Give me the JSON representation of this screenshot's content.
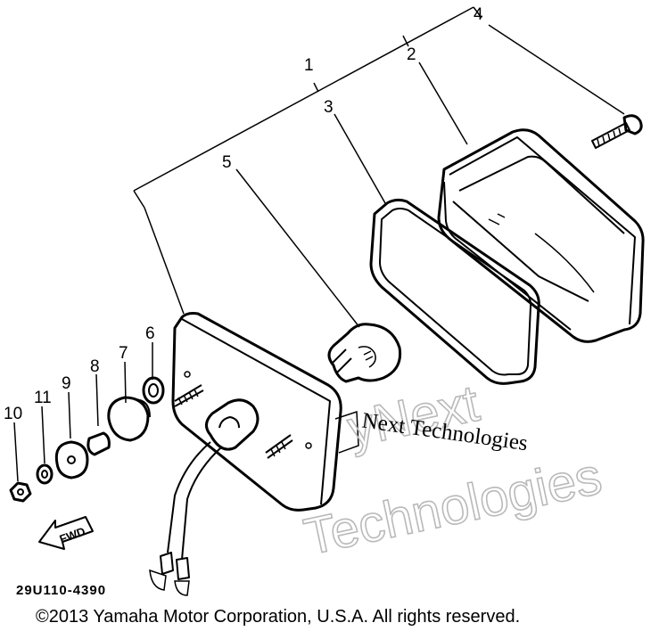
{
  "callouts": [
    "1",
    "2",
    "3",
    "4",
    "5",
    "6",
    "7",
    "8",
    "9",
    "10",
    "11"
  ],
  "fwd_label": "FWD",
  "diagram_code": "29U110-4390",
  "copyright": "©2013 Yamaha Motor Corporation, U.S.A. All rights reserved.",
  "watermark": {
    "large": [
      "yNext",
      "Technologies"
    ],
    "small": "Next Technologies"
  }
}
